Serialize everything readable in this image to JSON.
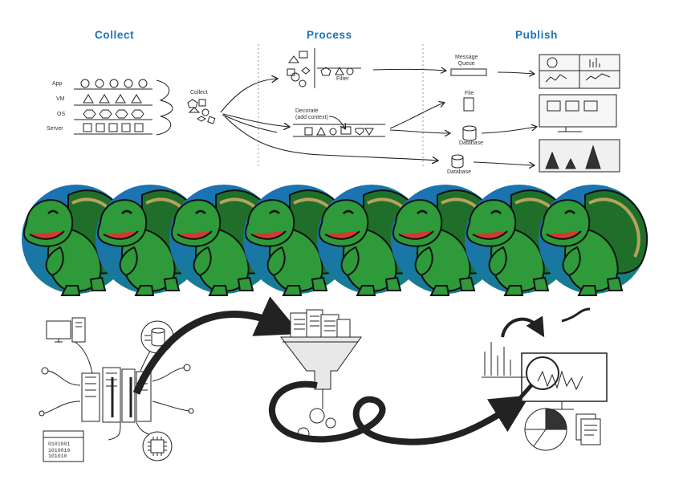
{
  "stages": {
    "collect": "Collect",
    "process": "Process",
    "publish": "Publish"
  },
  "sources": [
    "App",
    "VM",
    "OS",
    "Server"
  ],
  "labels": {
    "collect_node": "Collect",
    "filter": "Filter",
    "decorate": "Decorate\n(add context)",
    "message_queue": "Message\nQueue",
    "file": "File",
    "database_1": "Database",
    "database_2": "Database",
    "binary_text": "0101001\n1010010\n101010"
  },
  "colors": {
    "title_blue": "#1a74b8",
    "turtle_green": "#2e9a3a",
    "turtle_dark": "#1f6f2a",
    "circle_blue": "#1d6fc0",
    "circle_teal": "#13837a"
  },
  "turtle_count": 8
}
